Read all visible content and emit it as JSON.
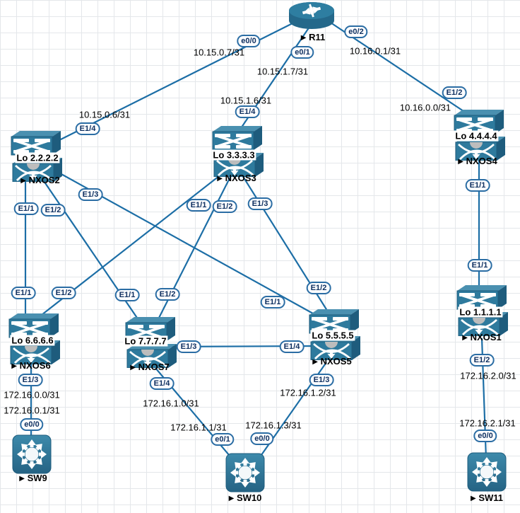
{
  "label_marker": "▶",
  "colors": {
    "link": "#1c6ea6",
    "device_body": "#2e7a9d",
    "device_side": "#1e5c7d",
    "device_top": "#4a90b0",
    "port_border": "#2b6da4",
    "port_text": "#0f3060",
    "grid": "#e4e7ea"
  },
  "nodes": {
    "r11": {
      "label": "R11"
    },
    "nxos1": {
      "label": "NXOS1",
      "loopback": "Lo 1.1.1.1"
    },
    "nxos2": {
      "label": "NXOS2",
      "loopback": "Lo 2.2.2.2"
    },
    "nxos3": {
      "label": "NXOS3",
      "loopback": "Lo 3.3.3.3"
    },
    "nxos4": {
      "label": "NXOS4",
      "loopback": "Lo 4.4.4.4"
    },
    "nxos5": {
      "label": "NXOS5",
      "loopback": "Lo 5.5.5.5"
    },
    "nxos6": {
      "label": "NXOS6",
      "loopback": "Lo 6.6.6.6"
    },
    "nxos7": {
      "label": "NXOS7",
      "loopback": "Lo 7.7.7.7"
    },
    "sw9": {
      "label": "SW9"
    },
    "sw10": {
      "label": "SW10"
    },
    "sw11": {
      "label": "SW11"
    }
  },
  "links": [
    {
      "from": "R11",
      "from_port": "e0/0",
      "to": "NXOS2",
      "to_port": "E1/4",
      "from_ip": "10.15.0.7/31",
      "to_ip": "10.15.0.6/31"
    },
    {
      "from": "R11",
      "from_port": "e0/1",
      "to": "NXOS3",
      "to_port": "E1/4",
      "from_ip": "10.15.1.7/31",
      "to_ip": "10.15.1.6/31"
    },
    {
      "from": "R11",
      "from_port": "e0/2",
      "to": "NXOS4",
      "to_port": "E1/2",
      "from_ip": "10.16.0.1/31",
      "to_ip": "10.16.0.0/31"
    },
    {
      "from": "NXOS2",
      "from_port": "E1/1",
      "to": "NXOS6",
      "to_port": "E1/1"
    },
    {
      "from": "NXOS2",
      "from_port": "E1/2",
      "to": "NXOS7",
      "to_port": "E1/1"
    },
    {
      "from": "NXOS2",
      "from_port": "E1/3",
      "to": "NXOS5",
      "to_port": "E1/1"
    },
    {
      "from": "NXOS3",
      "from_port": "E1/1",
      "to": "NXOS6",
      "to_port": "E1/2"
    },
    {
      "from": "NXOS3",
      "from_port": "E1/2",
      "to": "NXOS7",
      "to_port": "E1/2"
    },
    {
      "from": "NXOS3",
      "from_port": "E1/3",
      "to": "NXOS5",
      "to_port": "E1/2"
    },
    {
      "from": "NXOS4",
      "from_port": "E1/1",
      "to": "NXOS1",
      "to_port": "E1/1"
    },
    {
      "from": "NXOS7",
      "from_port": "E1/3",
      "to": "NXOS5",
      "to_port": "E1/4"
    },
    {
      "from": "NXOS6",
      "from_port": "E1/3",
      "to": "SW9",
      "to_port": "e0/0",
      "from_ip": "172.16.0.0/31",
      "to_ip": "172.16.0.1/31"
    },
    {
      "from": "NXOS7",
      "from_port": "E1/4",
      "to": "SW10",
      "to_port": "e0/1",
      "from_ip": "172.16.1.0/31",
      "to_ip": "172.16.1.1/31"
    },
    {
      "from": "NXOS5",
      "from_port": "E1/3",
      "to": "SW10",
      "to_port": "e0/0",
      "from_ip": "172.16.1.2/31",
      "to_ip": "172.16.1.3/31"
    },
    {
      "from": "NXOS1",
      "from_port": "E1/2",
      "to": "SW11",
      "to_port": "e0/0",
      "from_ip": "172.16.2.0/31",
      "to_ip": "172.16.2.1/31"
    }
  ]
}
